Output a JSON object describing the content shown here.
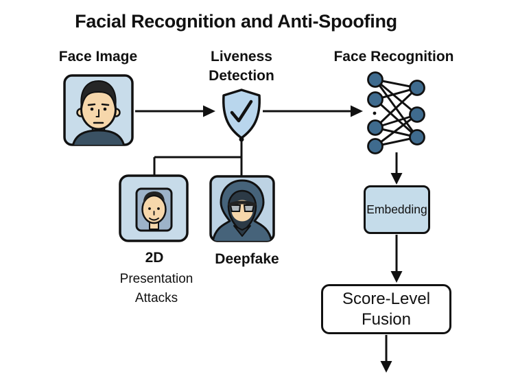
{
  "title": "Facial Recognition and Anti-Spoofing",
  "labels": {
    "face_image": "Face Image",
    "liveness": "Liveness Detection",
    "face_recognition": "Face Recognition",
    "attack_2d": "2D",
    "deepfake": "Deepfake",
    "presentation_attacks": "Presentation Attacks"
  },
  "boxes": {
    "embedding": "Embedding",
    "fusion": "Score-Level Fusion"
  },
  "icons": {
    "face_portrait": "face-portrait-icon",
    "shield_check": "shield-check-icon",
    "neural_network": "neural-network-icon",
    "photo_frame": "2d-photo-attack-icon",
    "hooded_figure": "deepfake-hooded-figure-icon"
  },
  "colors": {
    "background": "#ffffff",
    "outline": "#111111",
    "text": "#111111",
    "light_blue_fill": "#c8dcea",
    "shield_fill": "#b9d6ed",
    "network_node_fill": "#3f6b8e",
    "inner_frame_fill": "#9db3c9",
    "hood_fill": "#46637a",
    "hood_shadow": "#2c3a46",
    "skin": "#f6d7ab",
    "shirt": "#3a5163",
    "lens": "#afb6bb"
  }
}
